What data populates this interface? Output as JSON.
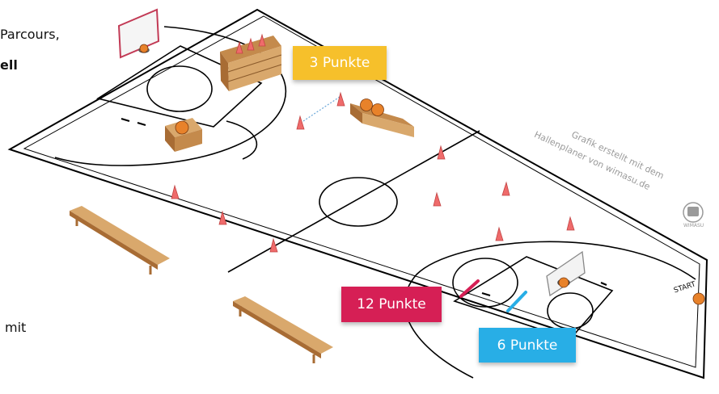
{
  "side_text": {
    "line1": "Parcours,",
    "line2": "ell",
    "line3": "mit"
  },
  "labels": {
    "three": "3 Punkte",
    "twelve": "12 Punkte",
    "six": "6 Punkte"
  },
  "watermark": {
    "line1": "Grafik erstellt mit dem",
    "line2": "Hallenplaner von wimasu.de",
    "logo_text": "WIMASU"
  },
  "start_label": "START",
  "colors": {
    "yellow_label": "#f6c02b",
    "red_label": "#d61f55",
    "blue_label": "#28aee6",
    "cone": "#ef6b6b",
    "ball": "#e8822a",
    "wood": "#d9a86c"
  }
}
